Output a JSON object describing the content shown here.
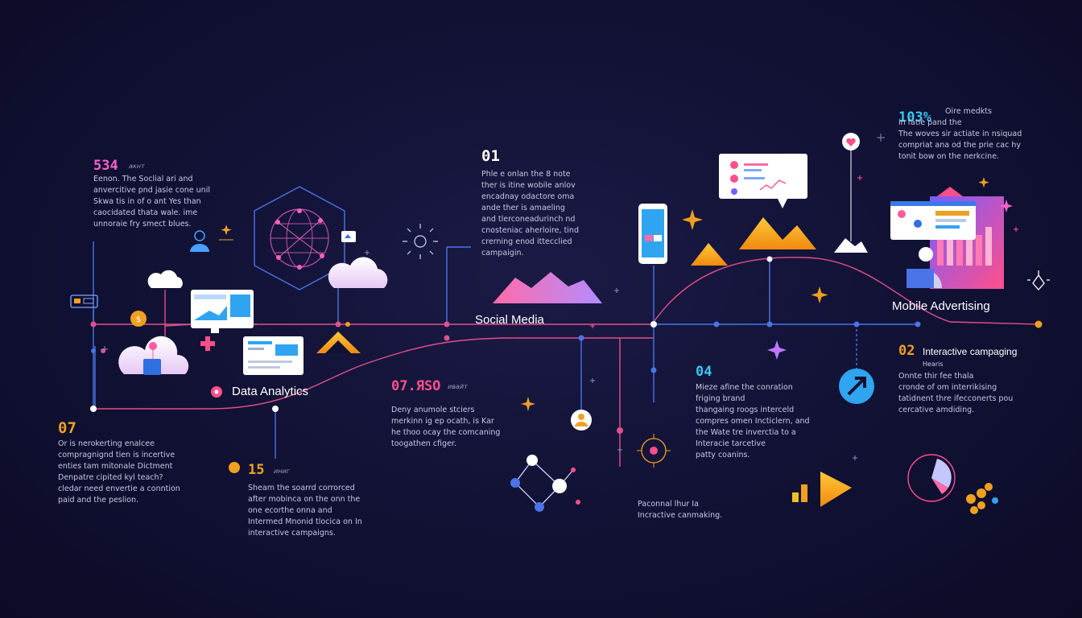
{
  "colors": {
    "background": "#111134",
    "pink": "#e0508a",
    "blue": "#4a74e8",
    "orange": "#f0a020",
    "cyan": "#38c7f0",
    "magenta": "#ff5fd0",
    "violet": "#c078ff",
    "white": "#ffffff"
  },
  "blocks": {
    "b534": {
      "stat": "534",
      "sub": "акнт",
      "text": "Eenon. The Soclial ari and\nanvercitive pnd jasie cone unil\nSkwa tis in of o ant Yes than\ncaocidated thata wale. ime\nunnoraie fry smect blues."
    },
    "b07a": {
      "stat": "07",
      "text": "Or is nerokerting enalcee\ncompragnignd tien is incertive\nenties tam mitonale Dictment\nDenpatre cipited kyl teach?\ncledar need envertie a conntion\npaid and the peslion."
    },
    "b15": {
      "stat": "15",
      "sub": "иниг",
      "text": "Sheam the soarrd corrorced\nafter mobinca on the onn the\none ecorthe onna and\nIntermed Mnonid tlocica on In\ninteractive campaigns."
    },
    "b01": {
      "stat": "01",
      "text": "Phle e onlan the 8 note\nther is itine wobile anlov\nencadnay odactore oma\nande ther is amaeling\nand tlerconeadurinch nd\ncnosteniac aherloire, tind\ncrerning enod ittecclied\ncampaigin."
    },
    "b07so": {
      "stat": "07.ЯSO",
      "sub": "ивайт",
      "text": "Deny anumole stciers\nmerkinn ig ep ocath, is Kar\nhe thoo ocay the comcaning\ntoogathen cfiger."
    },
    "b04": {
      "stat": "04",
      "text": "Mieze afine the conration\nfriging brand\nthangaing roogs interceld\ncompres omen Incticlern, and\nthe Wate tre inverctia to a\nInteracie tarcetive\npatty coanins."
    },
    "b103": {
      "stat": "103%",
      "text": "Oire medkts\nin fatie pand the\nThe woves sir actiate in nsiquad\ncompriat ana od the prie cac hy\ntonit bow on the nerkcine."
    },
    "b02": {
      "stat": "02",
      "title": "Interactive campaging",
      "sub": "Hearis",
      "text": "Onnte thir fee thala\ncronde of om interrikising\ntatidnent thre ifecconerts pou\ncercative amdiding."
    }
  },
  "labels": {
    "social": "Social Media",
    "data": "Data Analytics",
    "mobile": "Mobile Advertising"
  },
  "captions": {
    "bottom_center": "Paconnal lhur Ia\nIncractive canmaking."
  },
  "icon_names": [
    "world-network-icon",
    "cloud-icon",
    "browser-window-icon",
    "puzzle-icon",
    "sparkle-icon",
    "smartphone-icon",
    "chat-bubble-icon",
    "chart-dashboard-icon",
    "heart-pin-icon",
    "target-icon",
    "share-arrow-icon",
    "play-icon",
    "pie-chart-icon",
    "user-icon",
    "network-graph-icon",
    "mountain-icon"
  ]
}
